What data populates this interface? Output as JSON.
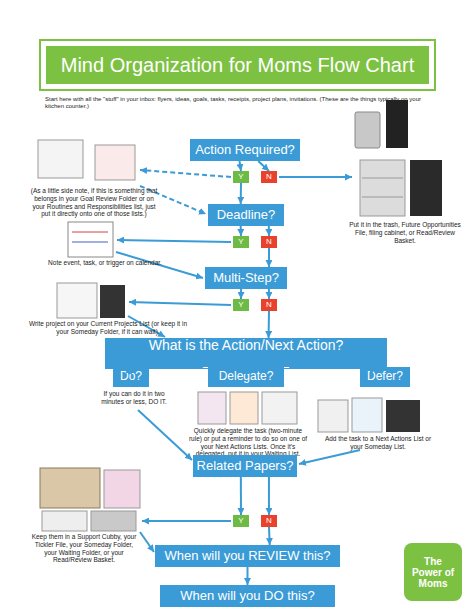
{
  "diagram": {
    "title": "Mind Organization for Moms Flow Chart",
    "nodes": [
      {
        "text": [
          "Action Required?"
        ]
      },
      {
        "text": [
          "Y"
        ]
      },
      {
        "text": [
          "N"
        ]
      },
      {
        "text": [
          "Deadline?"
        ]
      },
      {
        "text": [
          "Y"
        ]
      },
      {
        "text": [
          "N"
        ]
      },
      {
        "text": [
          "Multi-Step?"
        ]
      },
      {
        "text": [
          "Y"
        ]
      },
      {
        "text": [
          "N"
        ]
      },
      {
        "text": [
          "What is the Action/Next Action? ___________"
        ]
      },
      {
        "text": [
          "Do?"
        ]
      },
      {
        "text": [
          "Delegate?"
        ]
      },
      {
        "text": [
          "Defer?"
        ]
      },
      {
        "text": [
          "Related Papers?"
        ]
      },
      {
        "text": [
          "Y"
        ]
      },
      {
        "text": [
          "N"
        ]
      },
      {
        "text": [
          "When will you REVIEW this?"
        ]
      },
      {
        "text": [
          "When will you DO this?"
        ]
      },
      {
        "text": [
          "The Power of Moms"
        ]
      }
    ],
    "edges": [
      {
        "from": 0,
        "to": 1,
        "arrow": "to"
      },
      {
        "from": 0,
        "to": 2,
        "arrow": "to"
      },
      {
        "from": 1,
        "to": 3,
        "arrow": "to"
      },
      {
        "from": 3,
        "to": 4,
        "arrow": "to"
      },
      {
        "from": 3,
        "to": 5,
        "arrow": "to"
      },
      {
        "from": 5,
        "to": 6,
        "arrow": "to"
      },
      {
        "from": 6,
        "to": 7,
        "arrow": "to"
      },
      {
        "from": 6,
        "to": 8,
        "arrow": "to"
      },
      {
        "from": 8,
        "to": 9,
        "arrow": "to"
      },
      {
        "from": 9,
        "to": 10,
        "arrow": "to"
      },
      {
        "from": 9,
        "to": 11,
        "arrow": "to"
      },
      {
        "from": 9,
        "to": 12,
        "arrow": "to"
      },
      {
        "from": 13,
        "to": 14,
        "arrow": "to"
      },
      {
        "from": 13,
        "to": 15,
        "arrow": "to"
      },
      {
        "from": 15,
        "to": 16,
        "arrow": "to"
      },
      {
        "from": 16,
        "to": 17,
        "arrow": "to"
      }
    ],
    "labels": [
      "Start here with all the \"stuff\" in your inbox: flyers, ideas, goals, tasks, receipts, project plans, invitations. (These are the things typically on your kitchen counter.)",
      "(As a little side note, if this is something that belongs in your Goal Review Folder or on your Routines and Responsibilities list, just put it directly onto one of those lists.)",
      "Put it in the trash, Future Opportunities File, filing cabinet, or Read/Review Basket.",
      "Note event, task, or trigger on calendar.",
      "Write project on your Current Projects List (or keep it in your Someday Folder, if it can wait).",
      "If you can do it in two minutes or less, DO IT.",
      "Quickly delegate the task (two-minute rule) or put a reminder to do so on one of your Next Actions Lists. Once it's delegated, put it in your Waiting List.",
      "Add the task to a Next Actions List or your Someday List.",
      "Keep them in a Support Cubby, your Tickler File, your Someday Folder, your Waiting Folder, or your Read/Review Basket."
    ]
  }
}
